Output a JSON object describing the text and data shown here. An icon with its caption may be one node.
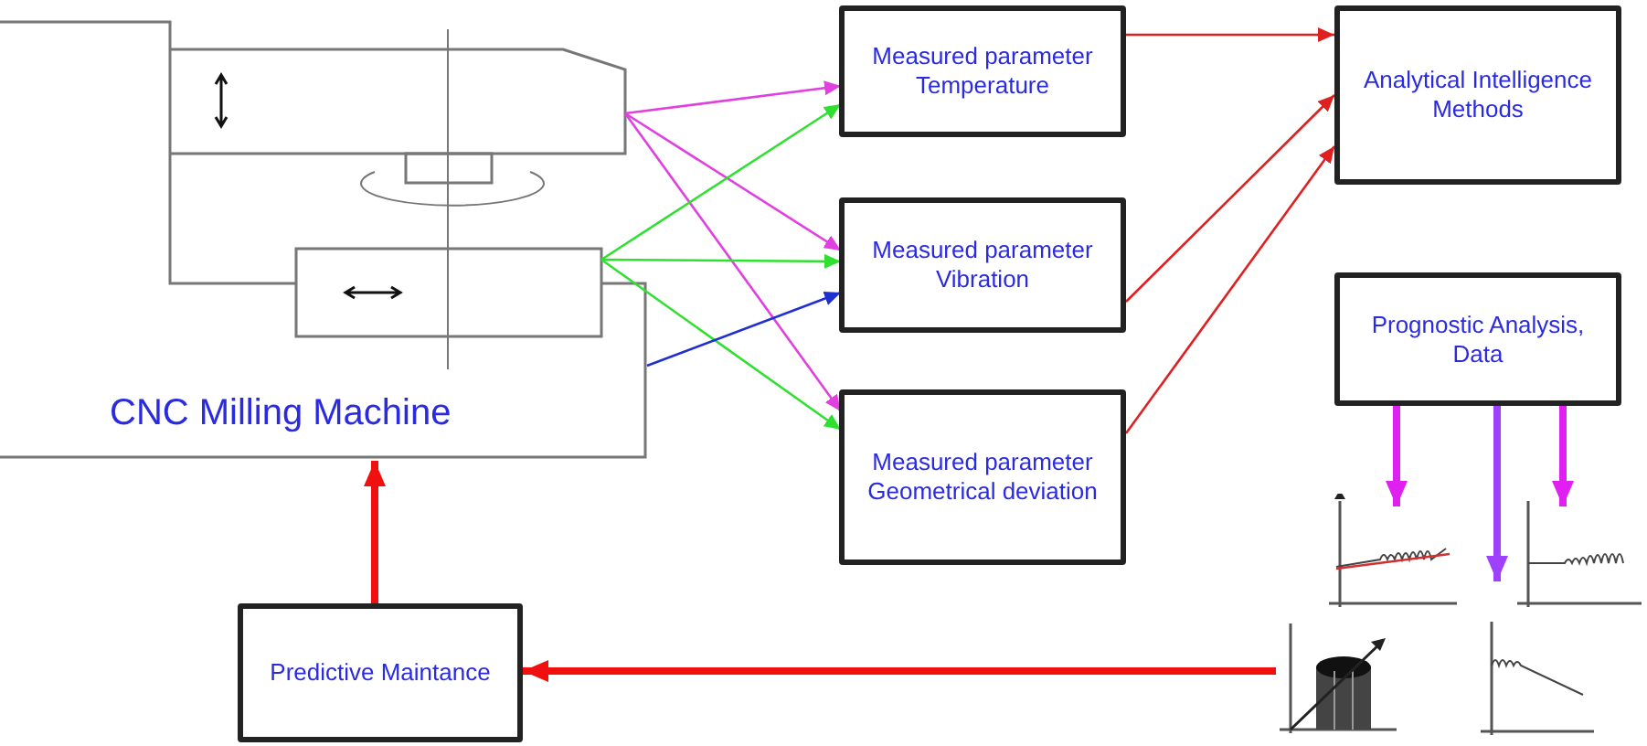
{
  "diagram": {
    "nodes": [
      {
        "text": [
          "CNC Milling Machine"
        ]
      },
      {
        "text": [
          "Measured parameter Temperature"
        ]
      },
      {
        "text": [
          "Measured parameter Vibration"
        ]
      },
      {
        "text": [
          "Measured parameter Geometrical deviation"
        ]
      },
      {
        "text": [
          "Analytical Intelligence Methods"
        ]
      },
      {
        "text": [
          "Prognostic Analysis, Data"
        ]
      },
      {
        "text": [],
        "shape": "picture"
      },
      {
        "text": [],
        "shape": "picture"
      },
      {
        "text": [],
        "shape": "picture"
      },
      {
        "text": [],
        "shape": "picture"
      },
      {
        "text": [
          "Predictive Maintance"
        ]
      }
    ],
    "edges": [
      {
        "from": 0,
        "to": 1,
        "arrow": "to",
        "color": "#e040e0"
      },
      {
        "from": 0,
        "to": 2,
        "arrow": "to",
        "color": "#e040e0"
      },
      {
        "from": 0,
        "to": 3,
        "arrow": "to",
        "color": "#e040e0"
      },
      {
        "from": 0,
        "to": 1,
        "arrow": "to",
        "color": "#30e030"
      },
      {
        "from": 0,
        "to": 2,
        "arrow": "to",
        "color": "#30e030"
      },
      {
        "from": 0,
        "to": 3,
        "arrow": "to",
        "color": "#30e030"
      },
      {
        "from": 0,
        "to": 2,
        "arrow": "to",
        "color": "#2030d0"
      },
      {
        "from": 1,
        "to": 4,
        "arrow": "to",
        "color": "#e02020"
      },
      {
        "from": 2,
        "to": 4,
        "arrow": "to",
        "color": "#e02020"
      },
      {
        "from": 3,
        "to": 4,
        "arrow": "to",
        "color": "#e02020"
      },
      {
        "from": 5,
        "to": 6,
        "arrow": "to",
        "style": "thick",
        "color": "#e020f0"
      },
      {
        "from": 5,
        "to": 8,
        "arrow": "to",
        "style": "thick",
        "color": "#a040ff"
      },
      {
        "from": 5,
        "to": 7,
        "arrow": "to",
        "style": "thick",
        "color": "#e020f0"
      },
      {
        "from": 9,
        "to": 10,
        "arrow": "to",
        "style": "thick",
        "color": "#f01010"
      },
      {
        "from": 10,
        "to": 0,
        "arrow": "to",
        "style": "thick",
        "color": "#f01010"
      }
    ]
  }
}
